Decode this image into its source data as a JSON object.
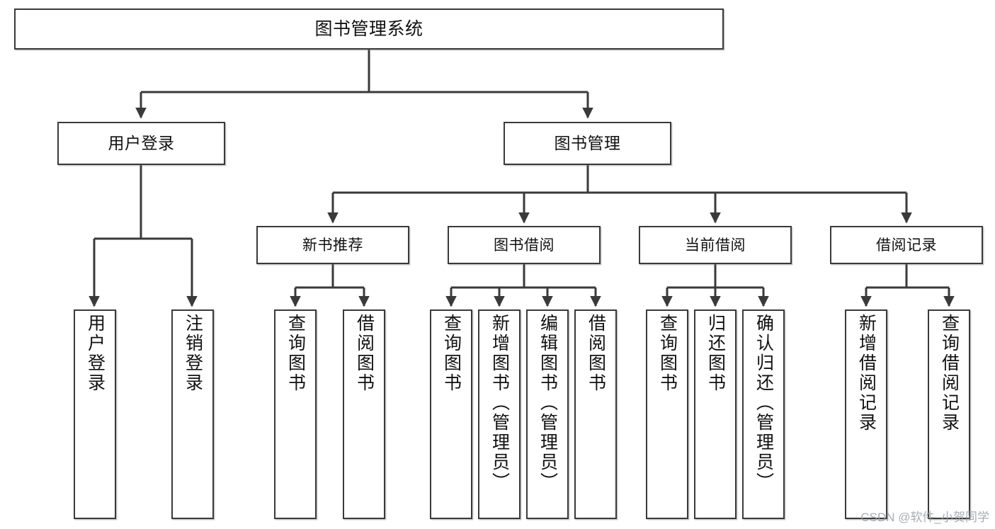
{
  "diagram": {
    "type": "tree",
    "title": "图书管理系统",
    "orientation": "top-down",
    "colors": {
      "background": "#ffffff",
      "box_border": "#3a3a3a",
      "connector": "#3a3a3a",
      "text": "#111111",
      "watermark": "#9aa0a6"
    },
    "root": {
      "label": "图书管理系统"
    },
    "level1": [
      {
        "label": "用户登录"
      },
      {
        "label": "图书管理"
      }
    ],
    "level2": [
      {
        "label": "新书推荐"
      },
      {
        "label": "图书借阅"
      },
      {
        "label": "当前借阅"
      },
      {
        "label": "借阅记录"
      }
    ],
    "leaves": {
      "user_login": [
        {
          "label": "用户登录"
        },
        {
          "label": "注销登录"
        }
      ],
      "new_book_recommend": [
        {
          "label": "查询图书"
        },
        {
          "label": "借阅图书"
        }
      ],
      "book_borrow": [
        {
          "label": "查询图书"
        },
        {
          "label": "新增图书（管理员）"
        },
        {
          "label": "编辑图书（管理员）"
        },
        {
          "label": "借阅图书"
        }
      ],
      "current_borrow": [
        {
          "label": "查询图书"
        },
        {
          "label": "归还图书"
        },
        {
          "label": "确认归还（管理员）"
        }
      ],
      "borrow_record": [
        {
          "label": "新增借阅记录"
        },
        {
          "label": "查询借阅记录"
        }
      ]
    }
  },
  "watermark": {
    "text": "CSDN @软件_小贺同学"
  }
}
